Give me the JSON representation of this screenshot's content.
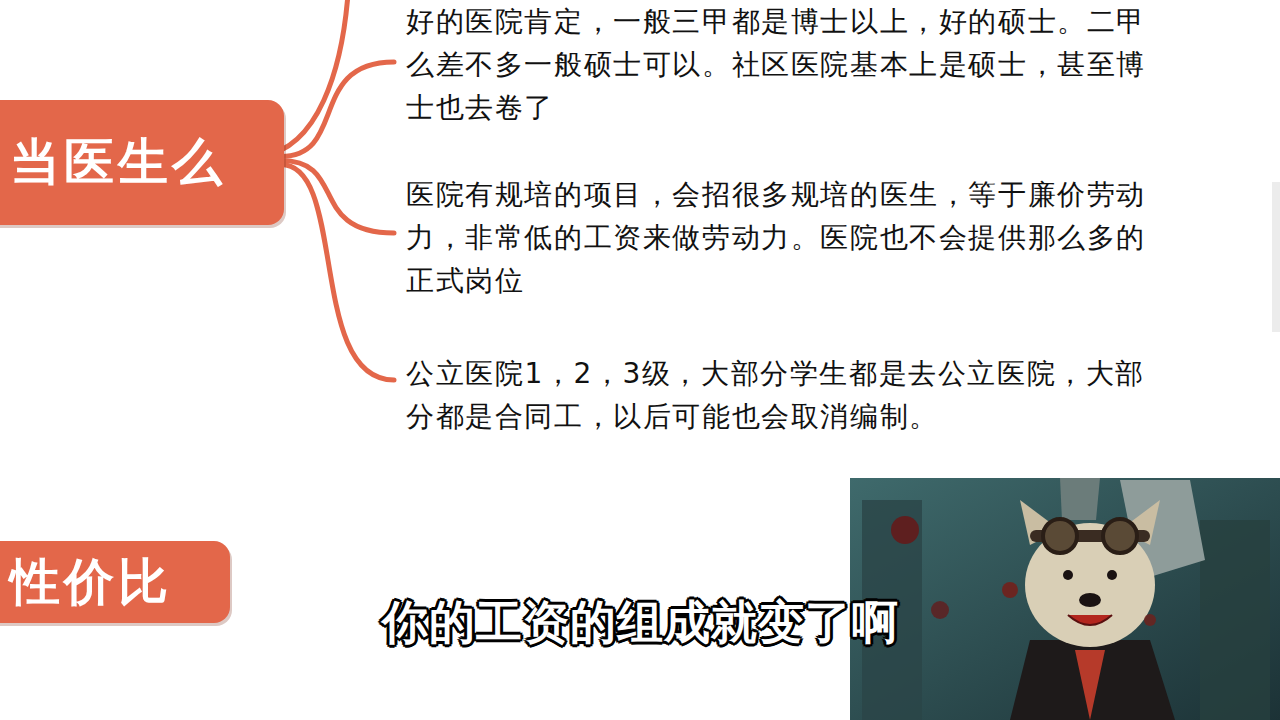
{
  "diagram": {
    "nodes": [
      {
        "text": [
          "当医生么"
        ]
      },
      {
        "text": [
          "好的医院肯定，一般三甲都是博士以上，好的硕士。二甲么差不多一般硕士可以。社区医院基本上是硕士，甚至博士也去卷了"
        ],
        "in": 0
      },
      {
        "text": [
          "医院有规培的项目，会招很多规培的医生，等于廉价劳动力，非常低的工资来做劳动力。医院也不会提供那么多的正式岗位"
        ],
        "in": 0
      },
      {
        "text": [
          "公立医院1，2，3级，大部分学生都是去公立医院，大部分都是合同工，以后可能也会取消编制。"
        ],
        "in": 0
      },
      {
        "text": [
          "性价比"
        ]
      }
    ],
    "edges": [
      {
        "from": 0,
        "to": 1,
        "arrow": "none"
      },
      {
        "from": 0,
        "to": 2,
        "arrow": "none"
      },
      {
        "from": 0,
        "to": 3,
        "arrow": "none"
      }
    ],
    "labels": [
      "你的工资的组成就变了啊"
    ]
  }
}
